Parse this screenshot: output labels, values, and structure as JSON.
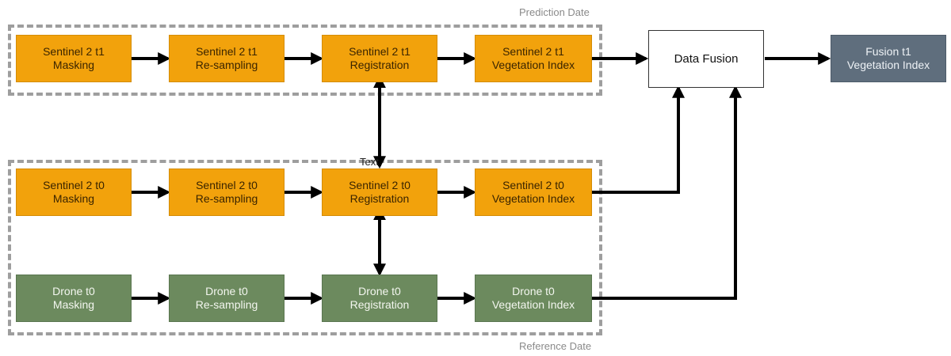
{
  "groups": {
    "prediction": {
      "label": "Prediction Date"
    },
    "reference": {
      "label": "Reference Date"
    }
  },
  "nodes": {
    "s2t1_masking": "Sentinel 2 t1\nMasking",
    "s2t1_resampling": "Sentinel 2 t1\nRe-sampling",
    "s2t1_registration": "Sentinel 2 t1\nRegistration",
    "s2t1_vi": "Sentinel 2 t1\nVegetation Index",
    "s2t0_masking": "Sentinel 2 t0\nMasking",
    "s2t0_resampling": "Sentinel 2 t0\nRe-sampling",
    "s2t0_registration": "Sentinel 2 t0\nRegistration",
    "s2t0_vi": "Sentinel 2 t0\nVegetation Index",
    "drone_masking": "Drone t0\nMasking",
    "drone_resampling": "Drone t0\nRe-sampling",
    "drone_registration": "Drone t0\nRegistration",
    "drone_vi": "Drone t0\nVegetation Index",
    "data_fusion": "Data Fusion",
    "fusion_vi": "Fusion t1\nVegetation Index"
  },
  "stray_label": "Text",
  "colors": {
    "sentinel": "#f2a20c",
    "drone": "#6c8a5e",
    "fusion_output": "#5f6e7d",
    "arrow": "#000000",
    "group_border": "#9e9e9e"
  }
}
